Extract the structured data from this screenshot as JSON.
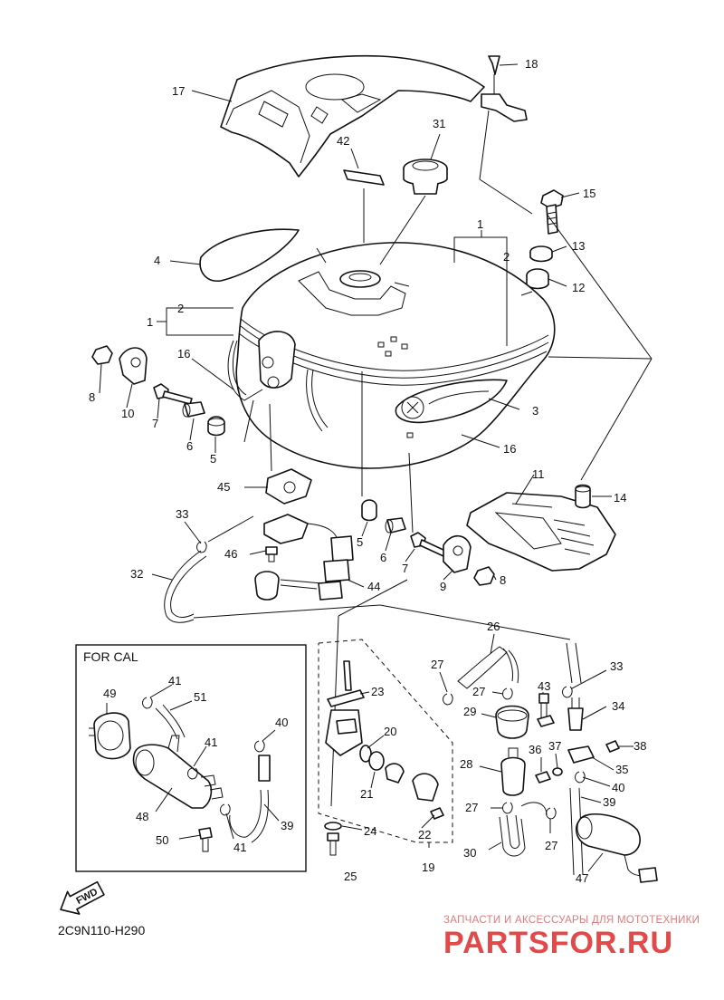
{
  "diagram_code": "2C9N110-H290",
  "inset_title": "FOR CAL",
  "fwd_label": "FWD",
  "watermark": {
    "caption": "ЗАПЧАСТИ И АКСЕССУАРЫ ДЛЯ МОТОТЕХНИКИ",
    "logo": "PARTSFOR.RU"
  },
  "callouts": {
    "c1a": "1",
    "c1b": "1",
    "c2a": "2",
    "c2b": "2",
    "c3": "3",
    "c4": "4",
    "c5a": "5",
    "c5b": "5",
    "c6a": "6",
    "c6b": "6",
    "c7a": "7",
    "c7b": "7",
    "c8a": "8",
    "c8b": "8",
    "c9": "9",
    "c10": "10",
    "c11": "11",
    "c12": "12",
    "c13": "13",
    "c14": "14",
    "c15": "15",
    "c16a": "16",
    "c16b": "16",
    "c17": "17",
    "c18": "18",
    "c19": "19",
    "c20": "20",
    "c21": "21",
    "c22": "22",
    "c23": "23",
    "c24": "24",
    "c25": "25",
    "c26": "26",
    "c27a": "27",
    "c27b": "27",
    "c27c": "27",
    "c27d": "27",
    "c28": "28",
    "c29": "29",
    "c30": "30",
    "c31": "31",
    "c32": "32",
    "c33a": "33",
    "c33b": "33",
    "c34": "34",
    "c35": "35",
    "c36": "36",
    "c37": "37",
    "c38": "38",
    "c39a": "39",
    "c39b": "39",
    "c40a": "40",
    "c40b": "40",
    "c41a": "41",
    "c41b": "41",
    "c41c": "41",
    "c42": "42",
    "c43": "43",
    "c44": "44",
    "c45": "45",
    "c46": "46",
    "c47": "47",
    "c48": "48",
    "c49": "49",
    "c50": "50",
    "c51": "51"
  }
}
